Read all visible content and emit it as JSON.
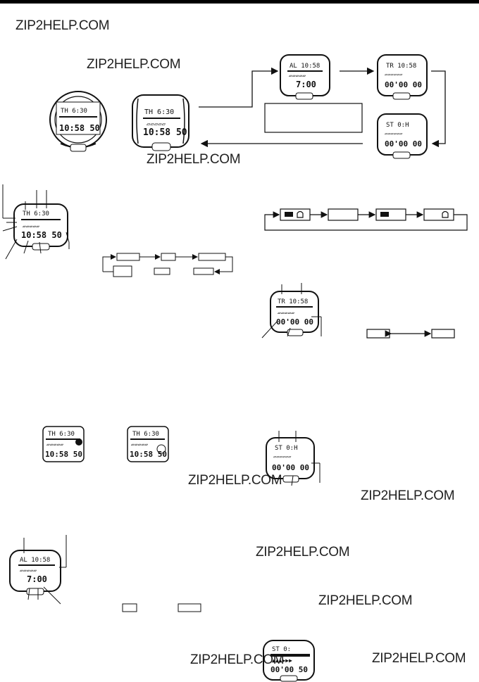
{
  "watermarks": [
    "ZIP2HELP.COM",
    "ZIP2HELP.COM",
    "ZIP2HELP.COM",
    "ZIP2HELP.COM",
    "ZIP2HELP.COM",
    "ZIP2HELP.COM",
    "ZIP2HELP.COM",
    "ZIP2HELP.COM",
    "ZIP2HELP.COM"
  ],
  "watches": {
    "main_round": {
      "top": "TH  6:30",
      "bottom": "10:58 50"
    },
    "main_square": {
      "top": "TH  6:30",
      "bottom": "10:58 50"
    },
    "alarm_mode": {
      "top": "AL  10:58",
      "bottom": "7:00"
    },
    "timer_mode": {
      "top": "TR  10:58",
      "bottom": "00'00 00"
    },
    "stopwatch": {
      "top": "ST   0:H",
      "bottom": "00'00 00"
    },
    "parts": {
      "top": "TH  6:30",
      "bottom": "10:58 50"
    },
    "small_a": {
      "top": "TH  6:30",
      "bottom": "10:58 50"
    },
    "small_b": {
      "top": "TH  6:30",
      "bottom": "10:58 50"
    },
    "timer2": {
      "top": "TR  10:58",
      "bottom": "00'00 00"
    },
    "stop2": {
      "top": "ST   0:H",
      "bottom": "00'00 00"
    },
    "alarm2": {
      "top": "AL  10:58",
      "bottom": "7:00"
    },
    "split": {
      "top": "ST   0:",
      "bottom": "00'00 50"
    }
  }
}
